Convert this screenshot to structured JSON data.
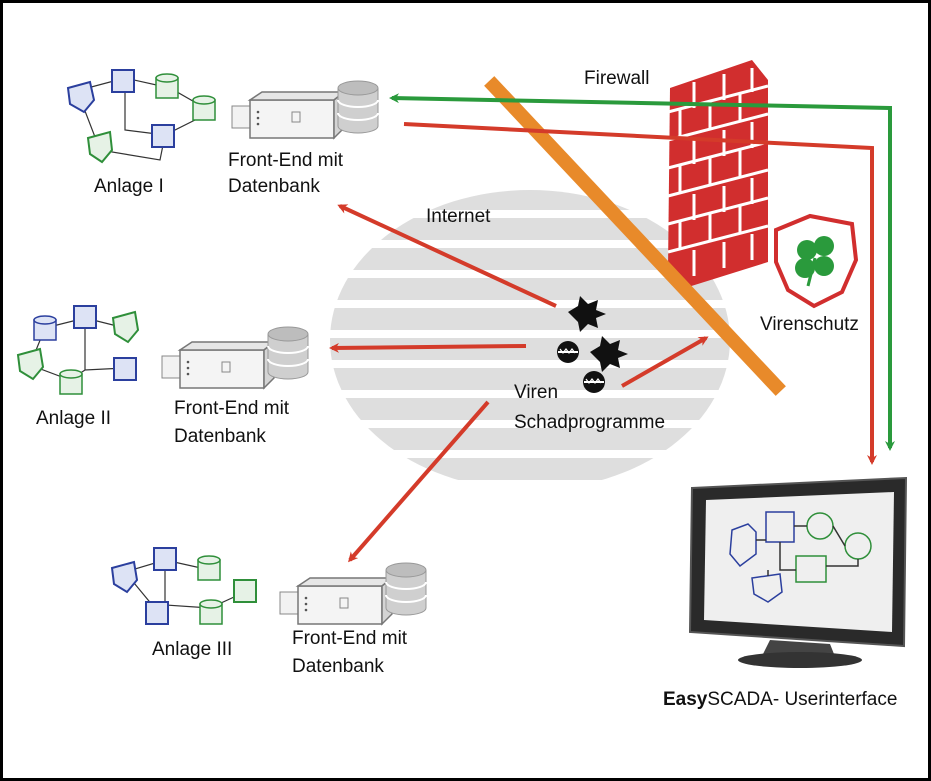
{
  "labels": {
    "firewall": "Firewall",
    "internet": "Internet",
    "virenschutz": "Virenschutz",
    "viren": "Viren",
    "schadprogramme": "Schadprogramme",
    "plant1": "Anlage I",
    "plant2": "Anlage II",
    "plant3": "Anlage III",
    "frontend_line1": "Front-End mit",
    "frontend_line2": "Datenbank",
    "ui_bold": "Easy",
    "ui_rest": "SCADA- Userinterface"
  },
  "colors": {
    "green_arrow": "#2a9a3c",
    "red_arrow": "#d43b2a",
    "firewall_brick": "#d12e2e",
    "orange_bar": "#e88a2a",
    "cloud": "#dcdcdc",
    "blue_node": "#2b3f9e",
    "green_node": "#2f8f3a"
  },
  "icons": {
    "virus": "virus-icon",
    "shield": "shield-clover-icon",
    "server": "server-icon",
    "database": "database-icon",
    "monitor": "monitor-icon"
  }
}
